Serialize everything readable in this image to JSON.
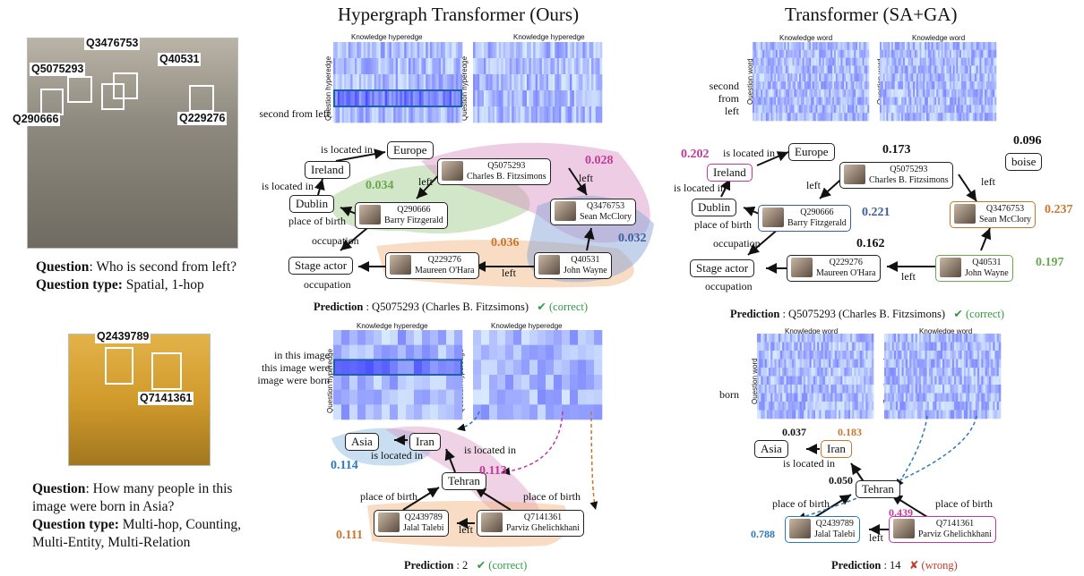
{
  "titles": {
    "ours": "Hypergraph Transformer (Ours)",
    "baseline": "Transformer (SA+GA)"
  },
  "ex1": {
    "tags": {
      "a": "Q3476753",
      "b": "Q5075293",
      "c": "Q40531",
      "d": "Q290666",
      "e": "Q229276"
    },
    "question_label": "Question",
    "question": ": Who is second from left?",
    "qtype_label": "Question type:",
    "qtype": " Spatial, 1-hop",
    "heat_left_title": "Knowledge hyperedge",
    "heat_right_title": "Knowledge hyperedge",
    "heat_ylabel": "Question hyperedge",
    "heat_b_left_title": "Knowledge word",
    "heat_b_right_title": "Knowledge word",
    "heat_b_ylabel": "Question word",
    "rowlab_ours": "second from left",
    "rowlab_base": "second\nfrom\nleft",
    "nodes": {
      "europe": "Europe",
      "ireland": "Ireland",
      "dublin": "Dublin",
      "stage": "Stage actor",
      "boise": "boise"
    },
    "ents": [
      {
        "id": "Q5075293",
        "name": "Charles B. Fitzsimons"
      },
      {
        "id": "Q290666",
        "name": "Barry Fitzgerald"
      },
      {
        "id": "Q3476753",
        "name": "Sean McClory"
      },
      {
        "id": "Q229276",
        "name": "Maureen O'Hara"
      },
      {
        "id": "Q40531",
        "name": "John Wayne"
      }
    ],
    "edges": {
      "located": "is located in",
      "left": "left",
      "pob": "place of birth",
      "occ": "occupation"
    },
    "scores_ours": {
      "green": "0.034",
      "pink": "0.028",
      "orange": "0.036",
      "blue": "0.032"
    },
    "scores_base": {
      "ireland": "0.202",
      "charles": "0.173",
      "boise": "0.096",
      "barry": "0.221",
      "sean": "0.237",
      "maureen": "0.162",
      "john": "0.197"
    },
    "pred_label": "Prediction",
    "pred_ours": " : Q5075293 (Charles B. Fitzsimons)",
    "pred_base": " : Q5075293 (Charles B. Fitzsimons)",
    "correct": "✔ (correct)"
  },
  "ex2": {
    "tags": {
      "a": "Q2439789",
      "b": "Q7141361"
    },
    "question_label": "Question",
    "question": ": How many people in this image were born in Asia?",
    "qtype_label": "Question type:",
    "qtype": " Multi-hop, Counting, Multi-Entity, Multi-Relation",
    "rowlab_ours": "in this image\nthis image were\nimage were born",
    "rowlab_base": "born",
    "nodes": {
      "asia": "Asia",
      "iran": "Iran",
      "tehran": "Tehran"
    },
    "ents": [
      {
        "id": "Q2439789",
        "name": "Jalal Talebi"
      },
      {
        "id": "Q7141361",
        "name": "Parviz Ghelichkhani"
      }
    ],
    "scores_ours": {
      "blue": "0.114",
      "pink": "0.113",
      "orange": "0.111"
    },
    "scores_base": {
      "asia": "0.037",
      "iran": "0.183",
      "tehran": "0.050",
      "jalal": "0.788",
      "parviz": "0.439"
    },
    "pred_label": "Prediction",
    "pred_ours": " : 2",
    "pred_base": " : 14",
    "correct": "✔ (correct)",
    "wrong": "✘ (wrong)"
  }
}
